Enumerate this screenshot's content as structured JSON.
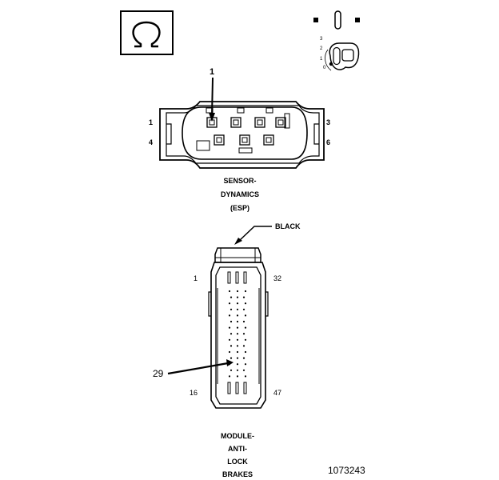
{
  "esp_connector": {
    "callout_pin": "1",
    "pin_labels": {
      "top_left": "1",
      "bottom_left": "4",
      "top_right": "3",
      "bottom_right": "6"
    },
    "caption": [
      "SENSOR-",
      "DYNAMICS",
      "(ESP)"
    ]
  },
  "abs_connector": {
    "housing_color_label": "BLACK",
    "pin_labels": {
      "top_left": "1",
      "bottom_left": "16",
      "top_right": "32",
      "bottom_right": "47"
    },
    "callout_pin": "29",
    "caption": [
      "MODULE-",
      "ANTI-",
      "LOCK",
      "BRAKES"
    ]
  },
  "key_scale": [
    "3",
    "2",
    "1",
    "0"
  ],
  "figure_number": "1073243",
  "icons": [
    "ohm-symbol-icon",
    "ignition-key-icon",
    "ignition-switch-off-icon"
  ]
}
